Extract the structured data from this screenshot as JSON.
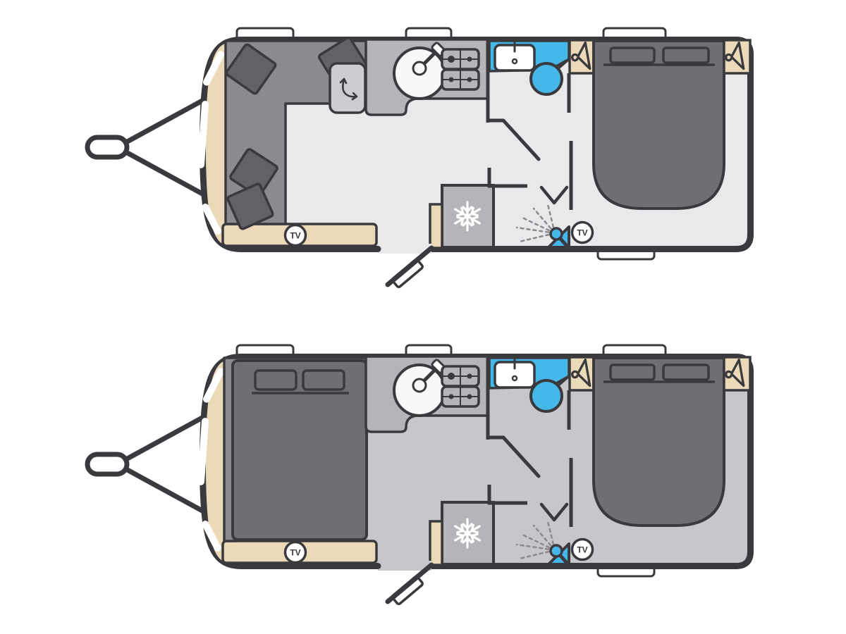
{
  "diagram": {
    "type": "caravan-floorplan",
    "tv_label": "TV",
    "plans": [
      {
        "id": "top",
        "front_area": "lounge-sofa-with-cushions-and-table"
      },
      {
        "id": "bottom",
        "front_area": "front-double-bed-made-up"
      }
    ],
    "icons": {
      "wardrobe": "hanger-icon",
      "fridge": "snowflake-icon",
      "shower": "shower-head-icon",
      "table": "rotate-arrow-icon",
      "kitchen": [
        "sink-icon",
        "hob-icon"
      ],
      "washroom": [
        "washbasin-icon",
        "toilet-icon"
      ],
      "tv": "tv-badge"
    },
    "colors": {
      "outline": "#3a3a3e",
      "cream": "#ebdab8",
      "blue": "#45b7e8",
      "sofa": "#8b8b8f",
      "cushion": "#626266",
      "bed": "#6f6f73",
      "counter": "#b5b5b9",
      "table": "#cdcdd1",
      "floor_light": "#e9e9eb",
      "floor_dark": "#c7c7cb",
      "spray": "#8a8a8e"
    }
  }
}
